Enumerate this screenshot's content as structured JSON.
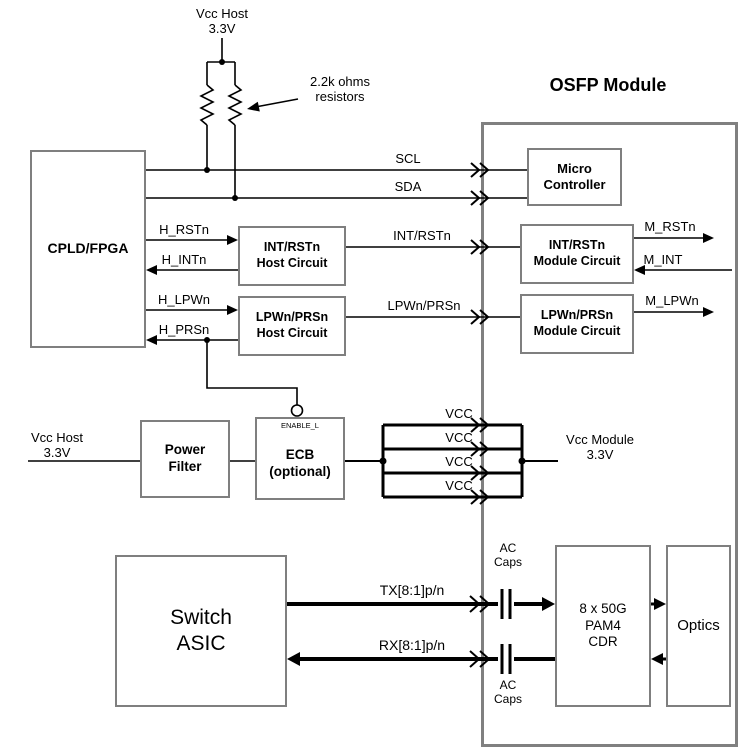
{
  "diagram": {
    "title": "OSFP Module",
    "blocks": {
      "cpld": "CPLD/FPGA",
      "micro_controller": "Micro\nController",
      "int_rstn_host": "INT/RSTn\nHost Circuit",
      "int_rstn_module": "INT/RSTn\nModule Circuit",
      "lpwn_prsn_host": "LPWn/PRSn\nHost Circuit",
      "lpwn_prsn_module": "LPWn/PRSn\nModule Circuit",
      "power_filter": "Power\nFilter",
      "ecb": "ECB\n(optional)",
      "enable_pin": "ENABLE_L",
      "switch_asic": "Switch\nASIC",
      "cdr": "8 x 50G\nPAM4\nCDR",
      "optics": "Optics"
    },
    "signals": {
      "scl": "SCL",
      "sda": "SDA",
      "h_rstn": "H_RSTn",
      "h_intn": "H_INTn",
      "int_rstn": "INT/RSTn",
      "m_rstn": "M_RSTn",
      "m_int": "M_INT",
      "h_lpwn": "H_LPWn",
      "h_prsn": "H_PRSn",
      "lpwn_prsn": "LPWn/PRSn",
      "m_lpwn": "M_LPWn",
      "vcc": "VCC",
      "tx": "TX[8:1]p/n",
      "rx": "RX[8:1]p/n"
    },
    "annotations": {
      "vcc_host_top": "Vcc Host\n3.3V",
      "resistor_note": "2.2k ohms\nresistors",
      "vcc_host_left": "Vcc Host\n3.3V",
      "vcc_module": "Vcc Module\n3.3V",
      "ac_caps_top": "AC\nCaps",
      "ac_caps_bottom": "AC\nCaps"
    }
  }
}
